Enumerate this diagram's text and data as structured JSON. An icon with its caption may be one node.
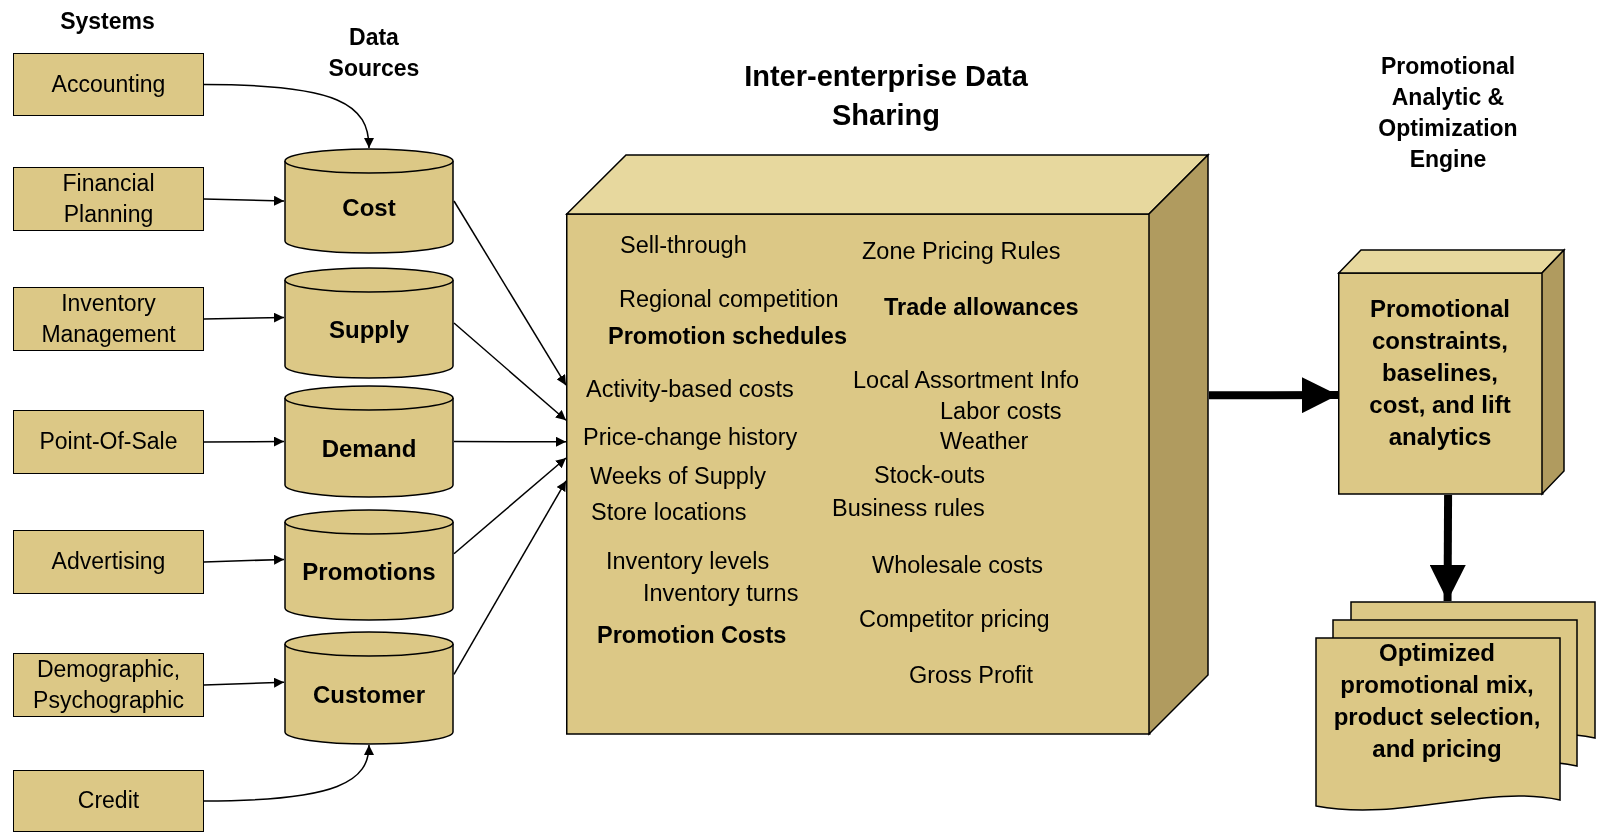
{
  "diagram": {
    "nodes": [
      {
        "text": [
          "Accounting"
        ]
      },
      {
        "text": [
          "Financial Planning"
        ]
      },
      {
        "text": [
          "Inventory Management"
        ]
      },
      {
        "text": [
          "Point-Of-Sale"
        ]
      },
      {
        "text": [
          "Advertising"
        ]
      },
      {
        "text": [
          "Demographic, Psychographic"
        ]
      },
      {
        "text": [
          "Credit"
        ]
      },
      {
        "text": [
          "Cost"
        ]
      },
      {
        "text": [
          "Supply"
        ]
      },
      {
        "text": [
          "Demand"
        ]
      },
      {
        "text": [
          "Promotions"
        ]
      },
      {
        "text": [
          "Customer"
        ]
      },
      {
        "text": [
          "Inter-enterprise Data Sharing",
          "Sell-through",
          "Zone Pricing Rules",
          "Regional competition",
          "Trade allowances",
          "Promotion schedules",
          "Activity-based costs",
          "Local Assortment Info",
          "Labor costs",
          "Price-change history",
          "Weather",
          "Weeks of Supply",
          "Stock-outs",
          "Store locations",
          "Business rules",
          "Inventory levels",
          "Wholesale costs",
          "Inventory turns",
          "Competitor pricing",
          "Promotion Costs",
          "Gross Profit"
        ]
      },
      {
        "text": [
          "Promotional Analytic & Optimization Engine",
          "Promotional constraints, baselines, cost, and lift analytics"
        ]
      },
      {
        "text": [
          "Optimized promotional mix, product selection, and pricing"
        ]
      }
    ],
    "edges": [
      {
        "from": 0,
        "to": 7,
        "arrow": "to"
      },
      {
        "from": 1,
        "to": 7,
        "arrow": "to"
      },
      {
        "from": 2,
        "to": 8,
        "arrow": "to"
      },
      {
        "from": 3,
        "to": 9,
        "arrow": "to"
      },
      {
        "from": 4,
        "to": 10,
        "arrow": "to"
      },
      {
        "from": 5,
        "to": 11,
        "arrow": "to"
      },
      {
        "from": 6,
        "to": 11,
        "arrow": "to"
      },
      {
        "from": 7,
        "to": 12,
        "arrow": "to"
      },
      {
        "from": 8,
        "to": 12,
        "arrow": "to"
      },
      {
        "from": 9,
        "to": 12,
        "arrow": "to"
      },
      {
        "from": 10,
        "to": 12,
        "arrow": "to"
      },
      {
        "from": 11,
        "to": 12,
        "arrow": "to"
      },
      {
        "from": 12,
        "to": 13,
        "arrow": "to",
        "style": "thick"
      },
      {
        "from": 13,
        "to": 14,
        "arrow": "to",
        "style": "thick"
      }
    ],
    "labels": [
      "Systems",
      "Data Sources"
    ]
  }
}
